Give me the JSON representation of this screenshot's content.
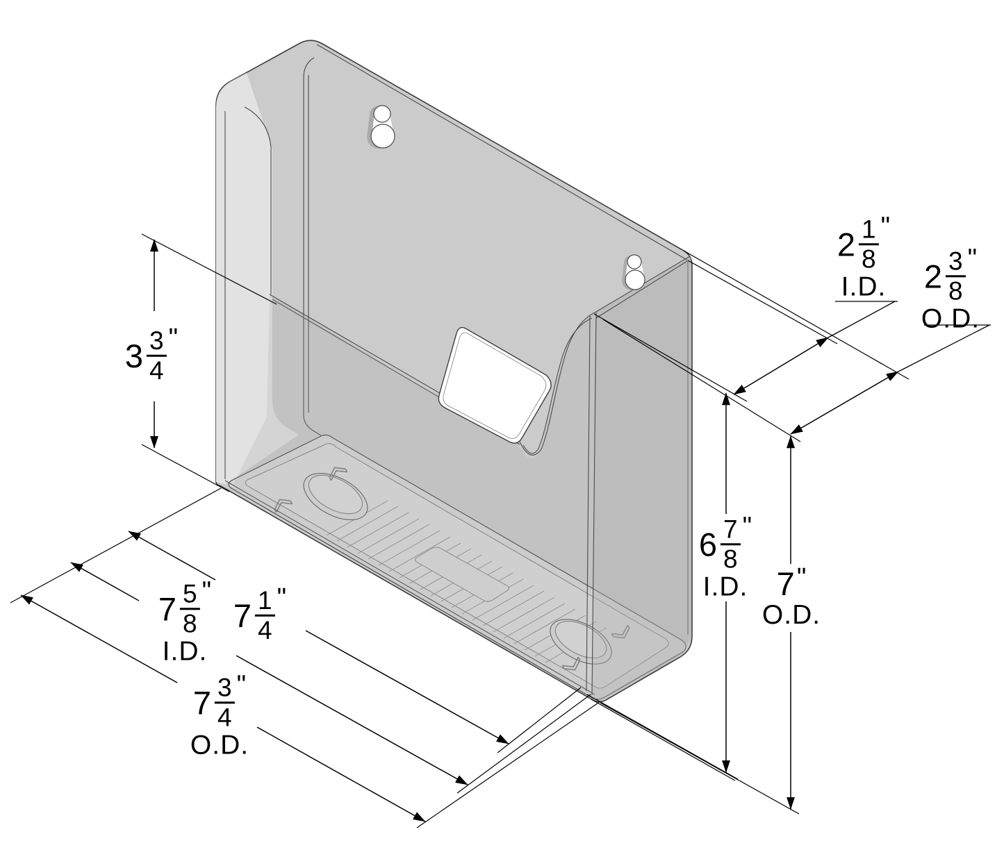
{
  "drawing": {
    "subject": "Wall-mount brochure holder - isometric dimensioned CAD drawing",
    "background": "#ffffff",
    "dimension_line_color": "#000000",
    "edge_color": "#3d3d3d",
    "fill_main": "#cbcbcb",
    "fill_left_wall": "#e2e2e2",
    "fill_floor": "#d7d7d7"
  },
  "dimensions": {
    "pocket_height": {
      "whole": "3",
      "num": "3",
      "den": "4",
      "unit": "\""
    },
    "inner_width": {
      "whole": "7",
      "num": "1",
      "den": "4",
      "unit": "\""
    },
    "width_id": {
      "whole": "7",
      "num": "5",
      "den": "8",
      "unit": "\"",
      "suffix": "I.D."
    },
    "width_od": {
      "whole": "7",
      "num": "3",
      "den": "4",
      "unit": "\"",
      "suffix": "O.D."
    },
    "height_id": {
      "whole": "6",
      "num": "7",
      "den": "8",
      "unit": "\"",
      "suffix": "I.D."
    },
    "height_od": {
      "whole": "7",
      "unit": "\"",
      "suffix": "O.D."
    },
    "depth_id": {
      "whole": "2",
      "num": "1",
      "den": "8",
      "unit": "\"",
      "suffix": "I.D."
    },
    "depth_od": {
      "whole": "2",
      "num": "3",
      "den": "8",
      "unit": "\"",
      "suffix": "O.D."
    }
  }
}
